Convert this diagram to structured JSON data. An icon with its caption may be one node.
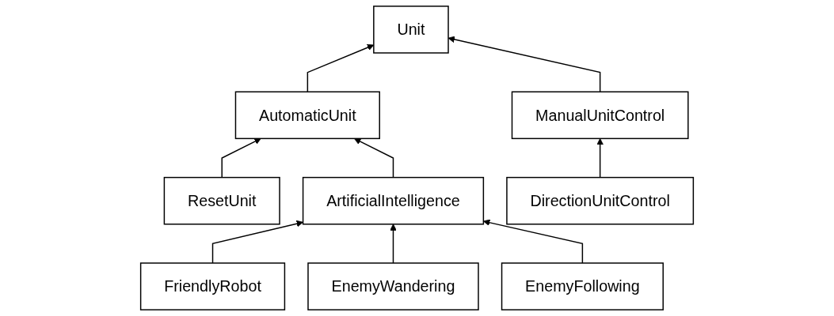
{
  "diagram": {
    "nodes": [
      {
        "text": [
          "Unit"
        ]
      },
      {
        "text": [
          "AutomaticUnit"
        ]
      },
      {
        "text": [
          "ManualUnitControl"
        ]
      },
      {
        "text": [
          "ResetUnit"
        ]
      },
      {
        "text": [
          "ArtificialIntelligence"
        ]
      },
      {
        "text": [
          "DirectionUnitControl"
        ]
      },
      {
        "text": [
          "FriendlyRobot"
        ]
      },
      {
        "text": [
          "EnemyWandering"
        ]
      },
      {
        "text": [
          "EnemyFollowing"
        ]
      }
    ],
    "edges": [
      {
        "from": 1,
        "to": 0,
        "arrow": "to"
      },
      {
        "from": 2,
        "to": 0,
        "arrow": "to"
      },
      {
        "from": 3,
        "to": 1,
        "arrow": "to"
      },
      {
        "from": 4,
        "to": 1,
        "arrow": "to"
      },
      {
        "from": 5,
        "to": 2,
        "arrow": "to"
      },
      {
        "from": 6,
        "to": 4,
        "arrow": "to"
      },
      {
        "from": 7,
        "to": 4,
        "arrow": "to"
      },
      {
        "from": 8,
        "to": 4,
        "arrow": "to"
      }
    ]
  }
}
